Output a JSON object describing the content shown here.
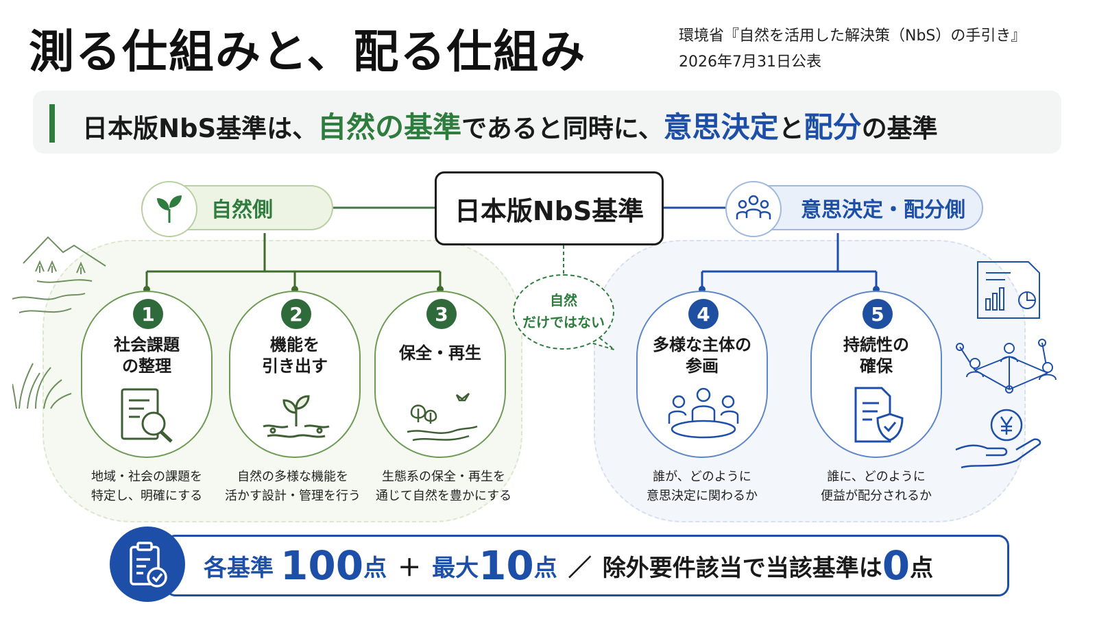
{
  "header": {
    "title": "測る仕組みと、配る仕組み",
    "source_line1": "環境省『自然を活用した解決策（NbS）の手引き』",
    "source_line2": "2026年7月31日公表"
  },
  "banner": {
    "part1": "日本版NbS基準は、",
    "highlight1": "自然の基準",
    "part2": "であると同時に、",
    "highlight2": "意思決定",
    "part3": "と",
    "highlight3": "配分",
    "part4": "の基準"
  },
  "center": {
    "label": "日本版NbS基準",
    "bubble_line1": "自然",
    "bubble_line2": "だけではない"
  },
  "nature_side": {
    "label": "自然側",
    "icon": "leaf-icon",
    "color": "#2f7d3e"
  },
  "decision_side": {
    "label": "意思決定・配分側",
    "icon": "people-group-icon",
    "color": "#1e4fa8"
  },
  "criteria": [
    {
      "number": "1",
      "title": "社会課題\nの整理",
      "desc": "地域・社会の課題を\n特定し、明確にする",
      "icon": "document-search-icon"
    },
    {
      "number": "2",
      "title": "機能を\n引き出す",
      "desc": "自然の多様な機能を\n活かす設計・管理を行う",
      "icon": "sprout-network-icon"
    },
    {
      "number": "3",
      "title": "保全・再生",
      "desc": "生態系の保全・再生を\n通じて自然を豊かにする",
      "icon": "forest-river-icon"
    },
    {
      "number": "4",
      "title": "多様な主体の\n参画",
      "desc": "誰が、どのように\n意思決定に関わるか",
      "icon": "meeting-table-icon"
    },
    {
      "number": "5",
      "title": "持続性の\n確保",
      "desc": "誰に、どのように\n便益が配分されるか",
      "icon": "document-shield-icon"
    }
  ],
  "scoring": {
    "part1": "各基準",
    "value1": "100",
    "unit1": "点",
    "plus": "＋",
    "part2": "最大",
    "value2": "10",
    "unit2": "点",
    "slash": "／",
    "part3": "除外要件該当で当該基準は",
    "value3": "0",
    "unit3": "点",
    "icon": "clipboard-check-icon"
  }
}
